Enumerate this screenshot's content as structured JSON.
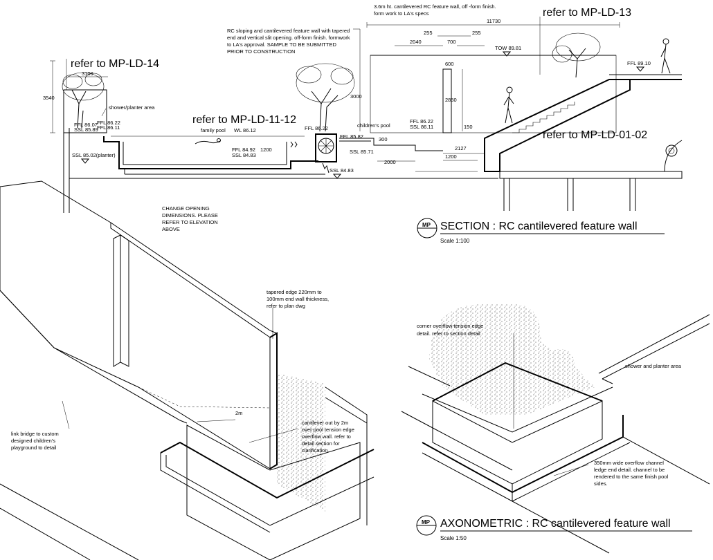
{
  "references": {
    "ld14": "refer to MP-LD-14",
    "ld1112": "refer to MP-LD-11-12",
    "ld13": "refer to MP-LD-13",
    "ld0102": "refer to MP-LD-01-02"
  },
  "dimensions": {
    "d11730": "11730",
    "d3100": "3100",
    "d3540": "3540",
    "d255a": "255",
    "d700": "700",
    "d255b": "255",
    "d2040": "2040",
    "d600": "600",
    "d3000": "3000",
    "d2850": "2850",
    "d150": "150",
    "d300": "300",
    "d2127": "2127",
    "d1200a": "1200",
    "d2000": "2000",
    "d1200b": "1200",
    "d2m": "2m"
  },
  "levels": {
    "ffl8607": "FFL 86.07",
    "ssl8589": "SSL 85.89",
    "ffl8622a": "FFL 86.22",
    "ffl8611a": "FFL 86.11",
    "ssl8502": "SSL 85.02(planter)",
    "wl8612": "WL 86.12",
    "ffl8492": "FFL 84.92",
    "ssl8483a": "SSL 84.83",
    "ffl8622b": "FFL 86.22",
    "ffl8582": "FFL 85.82",
    "ssl8571": "SSL 85.71",
    "ssl8483b": "SSL 84.83",
    "ffl8622c": "FFL 86.22",
    "ssl8611": "SSL 86.11",
    "tow8981": "TOW 89.81",
    "ffl8910": "FFL 89.10"
  },
  "areas": {
    "shower_planter": "shower/planter area",
    "family_pool": "family pool",
    "childrens_pool": "children's pool",
    "shower_planter_axo": "shower and planter area"
  },
  "notes": {
    "feature_wall_top": [
      "3.6m ht. cantilevered RC feature wall, off -form finish.",
      "form work to LA's specs"
    ],
    "rc_sloping": [
      "RC sloping and cantilevered feature wall with tapered",
      "end and vertical slit opening. off-form finish. formwork",
      "to LA's approval. SAMPLE TO BE SUBMITTED",
      "PRIOR TO CONSTRUCTION"
    ],
    "change_opening": [
      "CHANGE OPENING",
      "DIMENSIONS. PLEASE",
      "REFER TO ELEVATION",
      "ABOVE"
    ],
    "tapered_edge": [
      "tapered edge 220mm to",
      "100mm end wall thickness,",
      "refer to plan dwg"
    ],
    "link_bridge": [
      "link bridge to custom",
      "designed children's",
      "playground to detail"
    ],
    "cantilever": [
      "cantilever out by 2m",
      "over pool tension edge",
      "overflow wall. refer to",
      "detail section for",
      "clarification."
    ],
    "corner_overflow": [
      "corner overflow tension edge",
      "detail. refer to section detail"
    ],
    "channel": [
      "350mm wide overflow channel",
      "ledge end detail. channel to be",
      "rendered to the same finish pool",
      "sides."
    ]
  },
  "section_title": {
    "badge": "MP",
    "title": "SECTION : RC cantilevered feature wall",
    "scale": "Scale 1:100"
  },
  "axo_title": {
    "badge": "MP",
    "title": "AXONOMETRIC : RC cantilevered feature wall",
    "scale": "Scale 1:50"
  }
}
